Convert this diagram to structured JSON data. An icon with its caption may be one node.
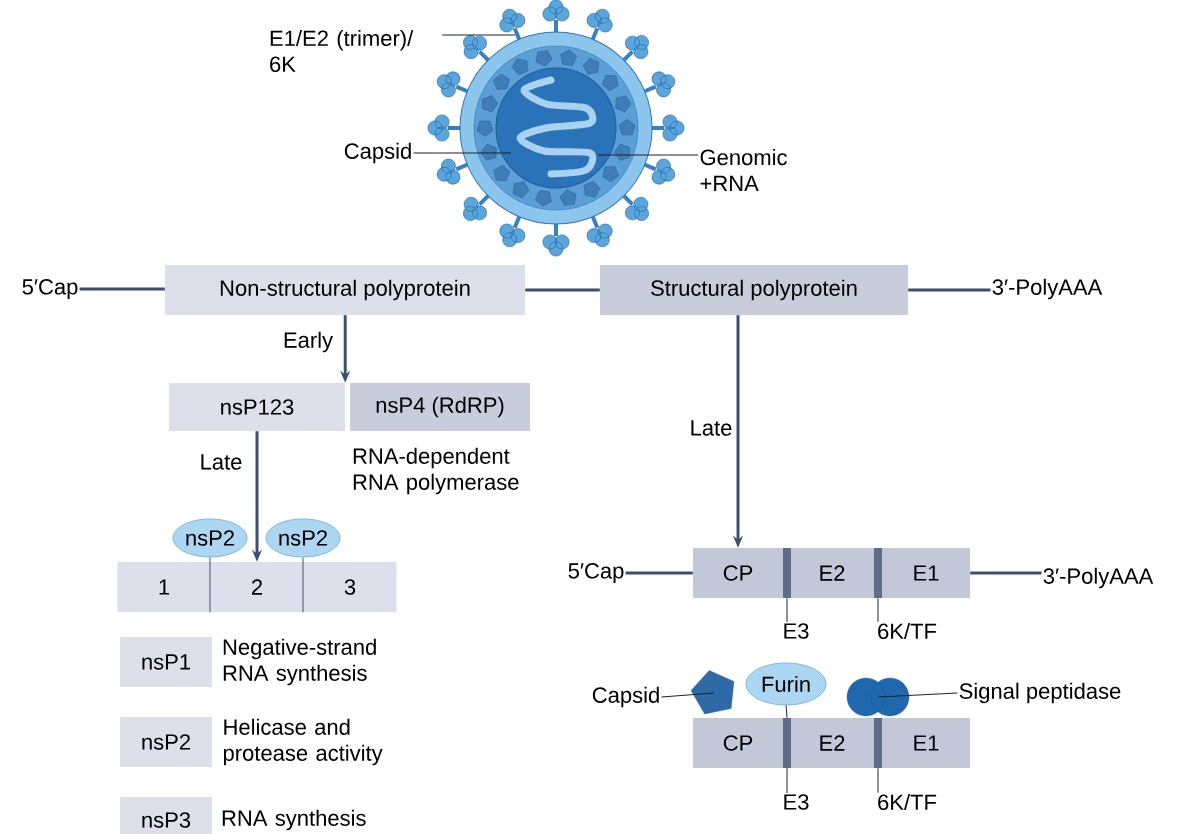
{
  "diagram": {
    "nodes": [
      {
        "text": [
          "E1/E2 (trimer)/ 6K"
        ]
      },
      {
        "text": [],
        "shape": "picture"
      },
      {
        "text": [
          "Capsid"
        ]
      },
      {
        "text": [
          "Genomic +RNA"
        ]
      },
      {
        "text": [
          "5′Cap"
        ]
      },
      {
        "text": [
          "Non-structural polyprotein"
        ]
      },
      {
        "text": [
          "Structural polyprotein"
        ]
      },
      {
        "text": [
          "3′-PolyAAA"
        ]
      },
      {
        "text": [
          "nsP123"
        ]
      },
      {
        "text": [
          "nsP4 (RdRP)"
        ],
        "beside": [
          "RNA-dependent RNA polymerase"
        ]
      },
      {
        "text": [
          "1"
        ]
      },
      {
        "text": [
          "2"
        ]
      },
      {
        "text": [
          "3"
        ]
      },
      {
        "text": [
          "nsP2"
        ]
      },
      {
        "text": [
          "nsP2"
        ]
      },
      {
        "text": [
          "nsP1"
        ],
        "beside": [
          "Negative-strand RNA synthesis"
        ]
      },
      {
        "text": [
          "nsP2"
        ],
        "beside": [
          "Helicase and protease activity"
        ]
      },
      {
        "text": [
          "nsP3"
        ],
        "beside": [
          "RNA synthesis"
        ]
      },
      {
        "text": [
          "5′Cap"
        ]
      },
      {
        "text": [
          "CP"
        ]
      },
      {
        "text": [
          "E2"
        ]
      },
      {
        "text": [
          "E1"
        ]
      },
      {
        "text": [
          "3′-PolyAAA"
        ]
      },
      {
        "text": [],
        "shape": "bar"
      },
      {
        "text": [],
        "shape": "bar"
      },
      {
        "text": [
          "E3"
        ]
      },
      {
        "text": [
          "6K/TF"
        ]
      },
      {
        "text": [
          "Capsid"
        ]
      },
      {
        "text": [],
        "shape": "picture"
      },
      {
        "text": [
          "Furin"
        ]
      },
      {
        "text": [],
        "shape": "picture"
      },
      {
        "text": [
          "Signal peptidase"
        ]
      },
      {
        "text": [
          "CP"
        ]
      },
      {
        "text": [
          "E2"
        ]
      },
      {
        "text": [
          "E1"
        ]
      },
      {
        "text": [],
        "shape": "bar"
      },
      {
        "text": [],
        "shape": "bar"
      },
      {
        "text": [
          "E3"
        ]
      },
      {
        "text": [
          "6K/TF"
        ]
      }
    ],
    "edges": [
      {
        "from": 0,
        "to": 1,
        "arrow": "none"
      },
      {
        "from": 2,
        "to": 1,
        "arrow": "none"
      },
      {
        "from": 3,
        "to": 1,
        "arrow": "none"
      },
      {
        "from": 4,
        "to": 5,
        "arrow": "none",
        "style": "thick",
        "color": "#3d4f70"
      },
      {
        "from": 5,
        "to": 6,
        "arrow": "none",
        "style": "thick",
        "color": "#3d4f70"
      },
      {
        "from": 6,
        "to": 7,
        "arrow": "none",
        "style": "thick",
        "color": "#3d4f70"
      },
      {
        "from": 5,
        "to": 8,
        "arrow": "to",
        "label": "Early",
        "style": "thick",
        "color": "#3d4f70"
      },
      {
        "from": 8,
        "to": 11,
        "arrow": "to",
        "label": "Late",
        "style": "thick",
        "color": "#3d4f70"
      },
      {
        "from": 6,
        "to": 19,
        "arrow": "to",
        "label": "Late",
        "style": "thick",
        "color": "#3d4f70"
      },
      {
        "from": 18,
        "to": 19,
        "arrow": "none",
        "style": "thick",
        "color": "#3d4f70"
      },
      {
        "from": 21,
        "to": 22,
        "arrow": "none",
        "style": "thick",
        "color": "#3d4f70"
      },
      {
        "from": 25,
        "to": 23,
        "arrow": "none"
      },
      {
        "from": 26,
        "to": 24,
        "arrow": "none"
      },
      {
        "from": 27,
        "to": 28,
        "arrow": "none"
      },
      {
        "from": 29,
        "to": 35,
        "arrow": "none"
      },
      {
        "from": 31,
        "to": 30,
        "arrow": "none"
      },
      {
        "from": 37,
        "to": 35,
        "arrow": "none"
      },
      {
        "from": 38,
        "to": 36,
        "arrow": "none"
      },
      {
        "from": 13,
        "to": 10,
        "arrow": "none"
      },
      {
        "from": 14,
        "to": 11,
        "arrow": "none"
      }
    ]
  }
}
